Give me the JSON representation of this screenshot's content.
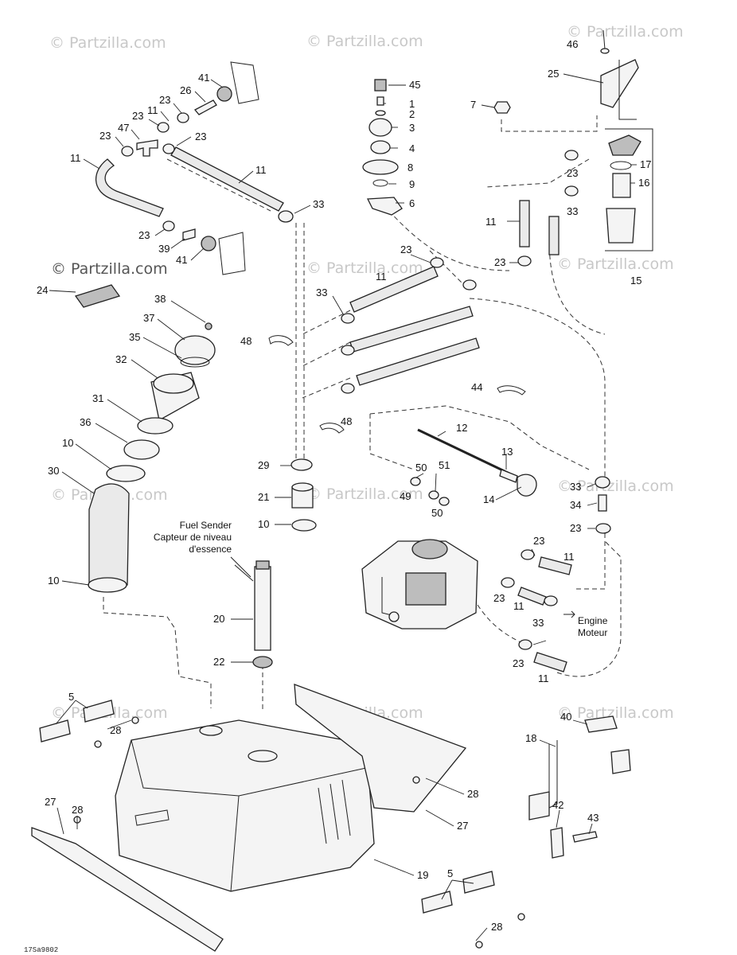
{
  "watermark": "© Partzilla.com",
  "image_code": "17Sa9802",
  "notes": {
    "fuel_sender_en": "Fuel Sender",
    "fuel_sender_fr1": "Capteur de niveau",
    "fuel_sender_fr2": "d'essence",
    "engine_en": "Engine",
    "engine_fr": "Moteur"
  },
  "callouts": [
    {
      "id": "c41a",
      "label": "41"
    },
    {
      "id": "c26",
      "label": "26"
    },
    {
      "id": "c23a",
      "label": "23"
    },
    {
      "id": "c23b",
      "label": "23"
    },
    {
      "id": "c11a",
      "label": "11"
    },
    {
      "id": "c23c",
      "label": "23"
    },
    {
      "id": "c47",
      "label": "47"
    },
    {
      "id": "c23d",
      "label": "23"
    },
    {
      "id": "c11b",
      "label": "11"
    },
    {
      "id": "c11c",
      "label": "11"
    },
    {
      "id": "c33a",
      "label": "33"
    },
    {
      "id": "c23e",
      "label": "23"
    },
    {
      "id": "c39",
      "label": "39"
    },
    {
      "id": "c41b",
      "label": "41"
    },
    {
      "id": "c24",
      "label": "24"
    },
    {
      "id": "c38",
      "label": "38"
    },
    {
      "id": "c37",
      "label": "37"
    },
    {
      "id": "c35",
      "label": "35"
    },
    {
      "id": "c32",
      "label": "32"
    },
    {
      "id": "c31",
      "label": "31"
    },
    {
      "id": "c36",
      "label": "36"
    },
    {
      "id": "c10a",
      "label": "10"
    },
    {
      "id": "c30",
      "label": "30"
    },
    {
      "id": "c10b",
      "label": "10"
    },
    {
      "id": "c45",
      "label": "45"
    },
    {
      "id": "c1",
      "label": "1"
    },
    {
      "id": "c2",
      "label": "2"
    },
    {
      "id": "c3",
      "label": "3"
    },
    {
      "id": "c4",
      "label": "4"
    },
    {
      "id": "c8",
      "label": "8"
    },
    {
      "id": "c9",
      "label": "9"
    },
    {
      "id": "c6",
      "label": "6"
    },
    {
      "id": "c46",
      "label": "46"
    },
    {
      "id": "c25",
      "label": "25"
    },
    {
      "id": "c7",
      "label": "7"
    },
    {
      "id": "c23f",
      "label": "23"
    },
    {
      "id": "c17",
      "label": "17"
    },
    {
      "id": "c16",
      "label": "16"
    },
    {
      "id": "c33b",
      "label": "33"
    },
    {
      "id": "c11d",
      "label": "11"
    },
    {
      "id": "c23g",
      "label": "23"
    },
    {
      "id": "c15",
      "label": "15"
    },
    {
      "id": "c23h",
      "label": "23"
    },
    {
      "id": "c11e",
      "label": "11"
    },
    {
      "id": "c33c",
      "label": "33"
    },
    {
      "id": "c48a",
      "label": "48"
    },
    {
      "id": "c44",
      "label": "44"
    },
    {
      "id": "c48b",
      "label": "48"
    },
    {
      "id": "c12",
      "label": "12"
    },
    {
      "id": "c13",
      "label": "13"
    },
    {
      "id": "c14",
      "label": "14"
    },
    {
      "id": "c50a",
      "label": "50"
    },
    {
      "id": "c51",
      "label": "51"
    },
    {
      "id": "c50b",
      "label": "50"
    },
    {
      "id": "c49",
      "label": "49"
    },
    {
      "id": "c29",
      "label": "29"
    },
    {
      "id": "c21",
      "label": "21"
    },
    {
      "id": "c10c",
      "label": "10"
    },
    {
      "id": "c20",
      "label": "20"
    },
    {
      "id": "c22",
      "label": "22"
    },
    {
      "id": "c33d",
      "label": "33"
    },
    {
      "id": "c34",
      "label": "34"
    },
    {
      "id": "c23i",
      "label": "23"
    },
    {
      "id": "c23j",
      "label": "23"
    },
    {
      "id": "c11f",
      "label": "11"
    },
    {
      "id": "c23k",
      "label": "23"
    },
    {
      "id": "c11g",
      "label": "11"
    },
    {
      "id": "c33e",
      "label": "33"
    },
    {
      "id": "c23l",
      "label": "23"
    },
    {
      "id": "c11h",
      "label": "11"
    },
    {
      "id": "c5a",
      "label": "5"
    },
    {
      "id": "c28a",
      "label": "28"
    },
    {
      "id": "c28b",
      "label": "28"
    },
    {
      "id": "c27a",
      "label": "27"
    },
    {
      "id": "c28c",
      "label": "28"
    },
    {
      "id": "c27b",
      "label": "27"
    },
    {
      "id": "c19",
      "label": "19"
    },
    {
      "id": "c5b",
      "label": "5"
    },
    {
      "id": "c28d",
      "label": "28"
    },
    {
      "id": "c40",
      "label": "40"
    },
    {
      "id": "c18",
      "label": "18"
    },
    {
      "id": "c42",
      "label": "42"
    },
    {
      "id": "c43",
      "label": "43"
    }
  ]
}
